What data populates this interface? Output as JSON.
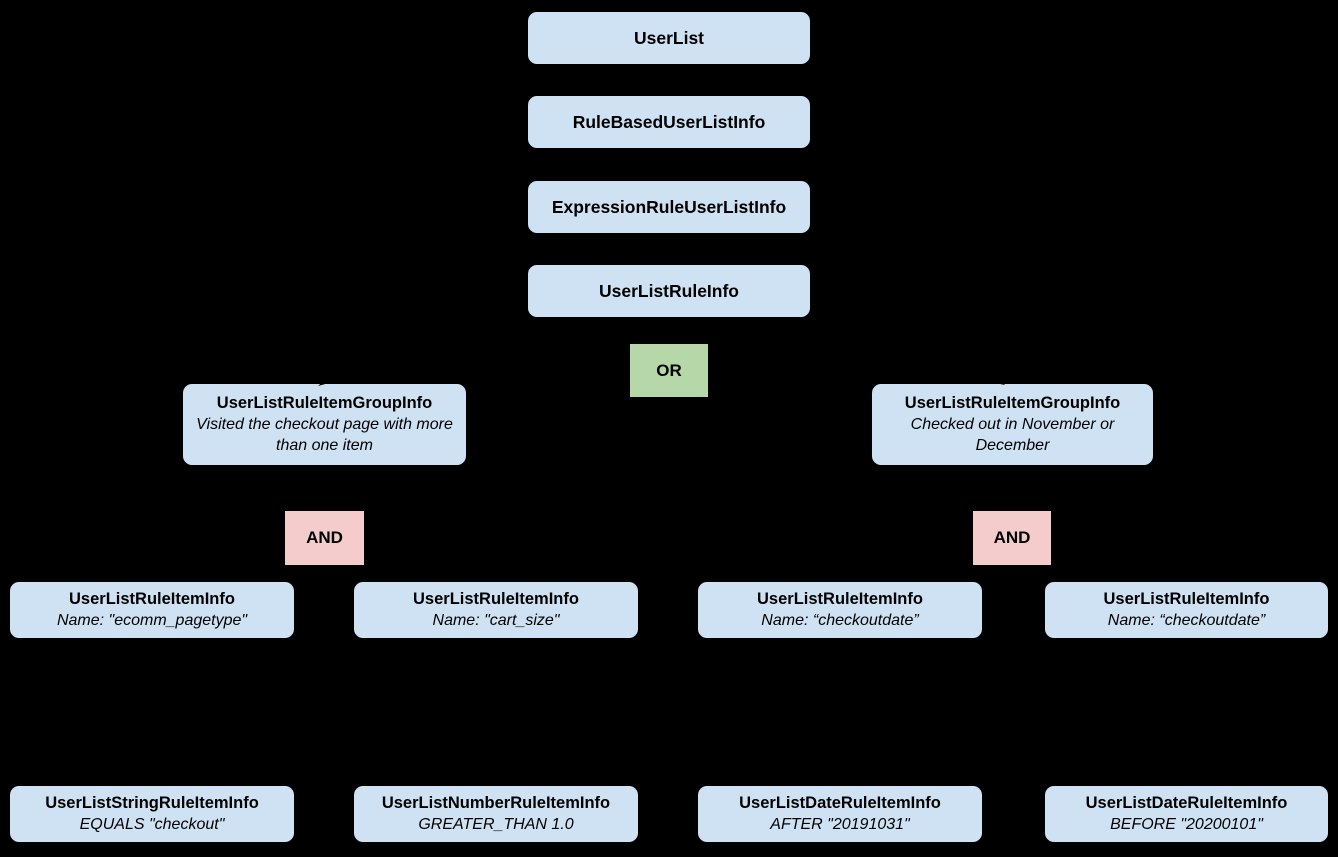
{
  "diagram": {
    "background_color": "#000000",
    "text_color": "#000000",
    "node_fill_color": "#cfe2f3",
    "or_fill_color": "#b6d7a8",
    "and_fill_color": "#f4cccc",
    "chain": [
      {
        "label": "UserList"
      },
      {
        "label": "RuleBasedUserListInfo"
      },
      {
        "label": "ExpressionRuleUserListInfo"
      },
      {
        "label": "UserListRuleInfo"
      }
    ],
    "or_node": {
      "label": "OR"
    },
    "groups": [
      {
        "title": "UserListRuleItemGroupInfo",
        "subtitle": "Visited the checkout page with more than one item"
      },
      {
        "title": "UserListRuleItemGroupInfo",
        "subtitle": "Checked out in November or December"
      }
    ],
    "and_nodes": [
      {
        "label": "AND"
      },
      {
        "label": "AND"
      }
    ],
    "rule_items": [
      {
        "title": "UserListRuleItemInfo",
        "subtitle": "Name: \"ecomm_pagetype\""
      },
      {
        "title": "UserListRuleItemInfo",
        "subtitle": "Name: \"cart_size\""
      },
      {
        "title": "UserListRuleItemInfo",
        "subtitle": "Name: “checkoutdate”"
      },
      {
        "title": "UserListRuleItemInfo",
        "subtitle": "Name: “checkoutdate”"
      }
    ],
    "leaf_items": [
      {
        "title": "UserListStringRuleItemInfo",
        "subtitle": "EQUALS \"checkout\""
      },
      {
        "title": "UserListNumberRuleItemInfo",
        "subtitle": "GREATER_THAN 1.0"
      },
      {
        "title": "UserListDateRuleItemInfo",
        "subtitle": "AFTER \"20191031\""
      },
      {
        "title": "UserListDateRuleItemInfo",
        "subtitle": "BEFORE \"20200101\""
      }
    ]
  }
}
